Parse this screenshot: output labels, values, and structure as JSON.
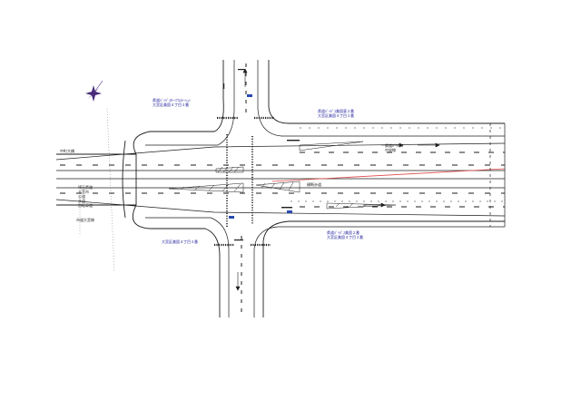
{
  "drawing": {
    "line_color": "#1e1e1e",
    "centerline_color": "#e04848",
    "text_color": "#1a1a9a",
    "north_arrow_color": "#4a2a7a",
    "icon": "compass-rose-icon"
  },
  "annotations": {
    "upper_left_block": [
      "県道ﾊﾞｲﾊﾟｽﾀｰﾐﾅﾙｽﾃｰｼｮﾝ",
      "大宮区美園４丁目３番"
    ],
    "upper_right_block": [
      "県道ﾊﾞｲﾊﾟｽ美園東２番",
      "大宮区美園４丁目３番"
    ],
    "lower_left_block": [
      "大宮区美園４丁目３番"
    ],
    "lower_right_block": [
      "県道ﾊﾞｲﾊﾟｽ美園２番",
      "大宮区美園４丁目３番"
    ],
    "left_road_label": "中町大橋",
    "left_side_labels": [
      "埼玉県道",
      "大宮市",
      "公道",
      "歩道",
      "自転車道"
    ],
    "left_vertical": "市道大宮線",
    "right_center_label": "県道ﾊﾞｲﾊﾟｽ",
    "right_center_sub": "中央線",
    "center_small": "横断歩道"
  }
}
